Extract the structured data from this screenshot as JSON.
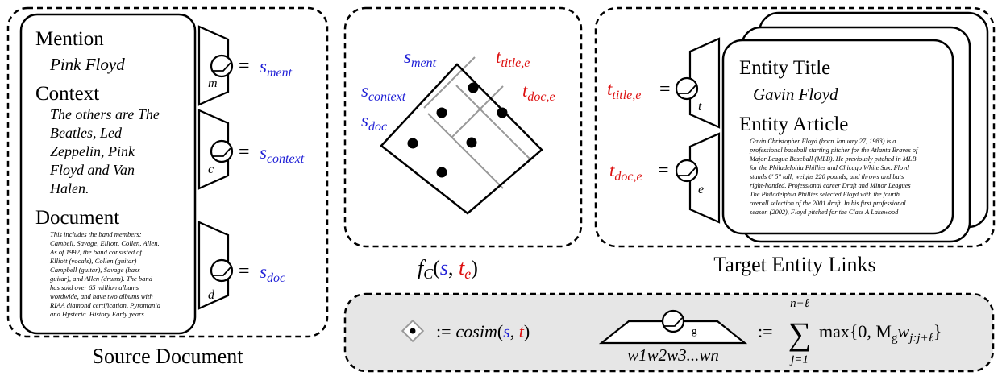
{
  "colors": {
    "blue": "#1f1fd6",
    "red": "#dd1111",
    "panel_gray": "#e6e6e6",
    "grid_gray": "#999999"
  },
  "source_panel": {
    "caption": "Source Document",
    "mention_heading": "Mention",
    "mention_text": "Pink Floyd",
    "context_heading": "Context",
    "context_lines": [
      "The others are The",
      "Beatles, Led",
      "Zeppelin, Pink",
      "Floyd and Van",
      "Halen."
    ],
    "document_heading": "Document",
    "document_lines": [
      "This includes the band members:",
      "Cambell, Savage, Elliott, Collen, Allen.",
      "As of 1992, the band consisted of",
      "Elliott (vocals), Collen (guitar)",
      "Campbell (guitar), Savage (bass",
      "guitar), and Allen (drums). The band",
      "has sold over 65 million albums",
      "wordwide, and have two albums with",
      "RIAA diamond certification, Pyromania",
      "and Hysteria.  History Early years"
    ],
    "encoders": [
      {
        "letter": "m",
        "eq": "=",
        "sym": "s",
        "sub": "ment"
      },
      {
        "letter": "c",
        "eq": "=",
        "sym": "s",
        "sub": "context"
      },
      {
        "letter": "d",
        "eq": "=",
        "sym": "s",
        "sub": "doc"
      }
    ]
  },
  "scoring_panel": {
    "caption_f": "f",
    "caption_f_sub": "C",
    "caption_open": "(",
    "caption_s": "s",
    "caption_comma": ", ",
    "caption_t": "t",
    "caption_t_sub": "e",
    "caption_close": ")",
    "labels": [
      {
        "sym": "s",
        "sub": "ment"
      },
      {
        "sym": "s",
        "sub": "context"
      },
      {
        "sym": "s",
        "sub": "doc"
      },
      {
        "sym": "t",
        "sub": "title,e"
      },
      {
        "sym": "t",
        "sub": "doc,e"
      }
    ]
  },
  "target_panel": {
    "caption": "Target Entity Links",
    "title_heading": "Entity Title",
    "title_text": "Gavin Floyd",
    "article_heading": "Entity Article",
    "article_lines": [
      "Gavin Christopher Floyd (born January 27, 1983) is a",
      "professional baseball starting pitcher for the Atlanta Braves of",
      "Major League Baseball (MLB). He previously pitched in MLB",
      "for the Philadelphia Phillies and Chicago White Sox. Floyd",
      "stands 6' 5\" tall, weighs 220 pounds, and throws and bats",
      "right-handed.  Professional career Draft and Minor Leagues",
      "The Philadelphia Phillies selected Floyd with the fourth",
      "overall selection of the 2001 draft.  In his first professional",
      "season (2002), Floyd pitched for the Class A Lakewood"
    ],
    "encoders": [
      {
        "letter": "t",
        "sym": "t",
        "sub": "title,e",
        "eq": "="
      },
      {
        "letter": "e",
        "sym": "t",
        "sub": "doc,e",
        "eq": "="
      }
    ]
  },
  "legend": {
    "cosim_def": ":=",
    "cosim_fn": "cosim",
    "cosim_open": "(",
    "cosim_s": "s",
    "cosim_comma": ", ",
    "cosim_t": "t",
    "cosim_close": ")",
    "enc_sub": "g",
    "enc_tokens": "w1w2w3...wn",
    "sum_def": ":=",
    "sum_upper": "n−ℓ",
    "sum_lower": "j=1",
    "sum_body": "max{0, M",
    "sum_body_sub1": "g",
    "sum_body_w": "w",
    "sum_body_sub2": "j:j+ℓ",
    "sum_body_end": "}"
  }
}
